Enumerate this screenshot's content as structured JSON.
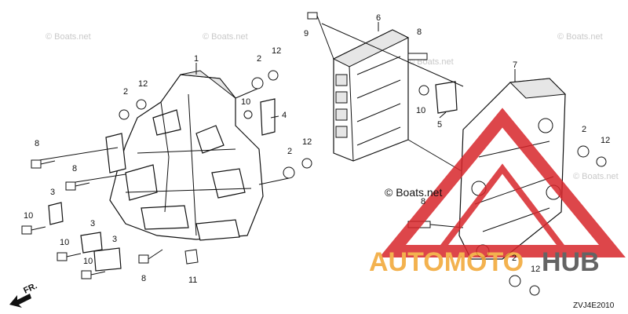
{
  "watermark": "© Boats.net",
  "center_label": "© Boats.net",
  "logo": {
    "auto": "AUTOMOTO",
    "hub": "HUB"
  },
  "fr_label": "FR.",
  "diagram_code": "ZVJ4E2010",
  "callouts": [
    {
      "label": "1"
    },
    {
      "label": "2"
    },
    {
      "label": "12"
    },
    {
      "label": "12"
    },
    {
      "label": "2"
    },
    {
      "label": "10"
    },
    {
      "label": "4"
    },
    {
      "label": "8"
    },
    {
      "label": "8"
    },
    {
      "label": "3"
    },
    {
      "label": "2"
    },
    {
      "label": "12"
    },
    {
      "label": "10"
    },
    {
      "label": "3"
    },
    {
      "label": "3"
    },
    {
      "label": "10"
    },
    {
      "label": "10"
    },
    {
      "label": "8"
    },
    {
      "label": "11"
    },
    {
      "label": "9"
    },
    {
      "label": "6"
    },
    {
      "label": "8"
    },
    {
      "label": "10"
    },
    {
      "label": "5"
    },
    {
      "label": "7"
    },
    {
      "label": "2"
    },
    {
      "label": "12"
    },
    {
      "label": "8"
    },
    {
      "label": "2"
    },
    {
      "label": "12"
    }
  ]
}
